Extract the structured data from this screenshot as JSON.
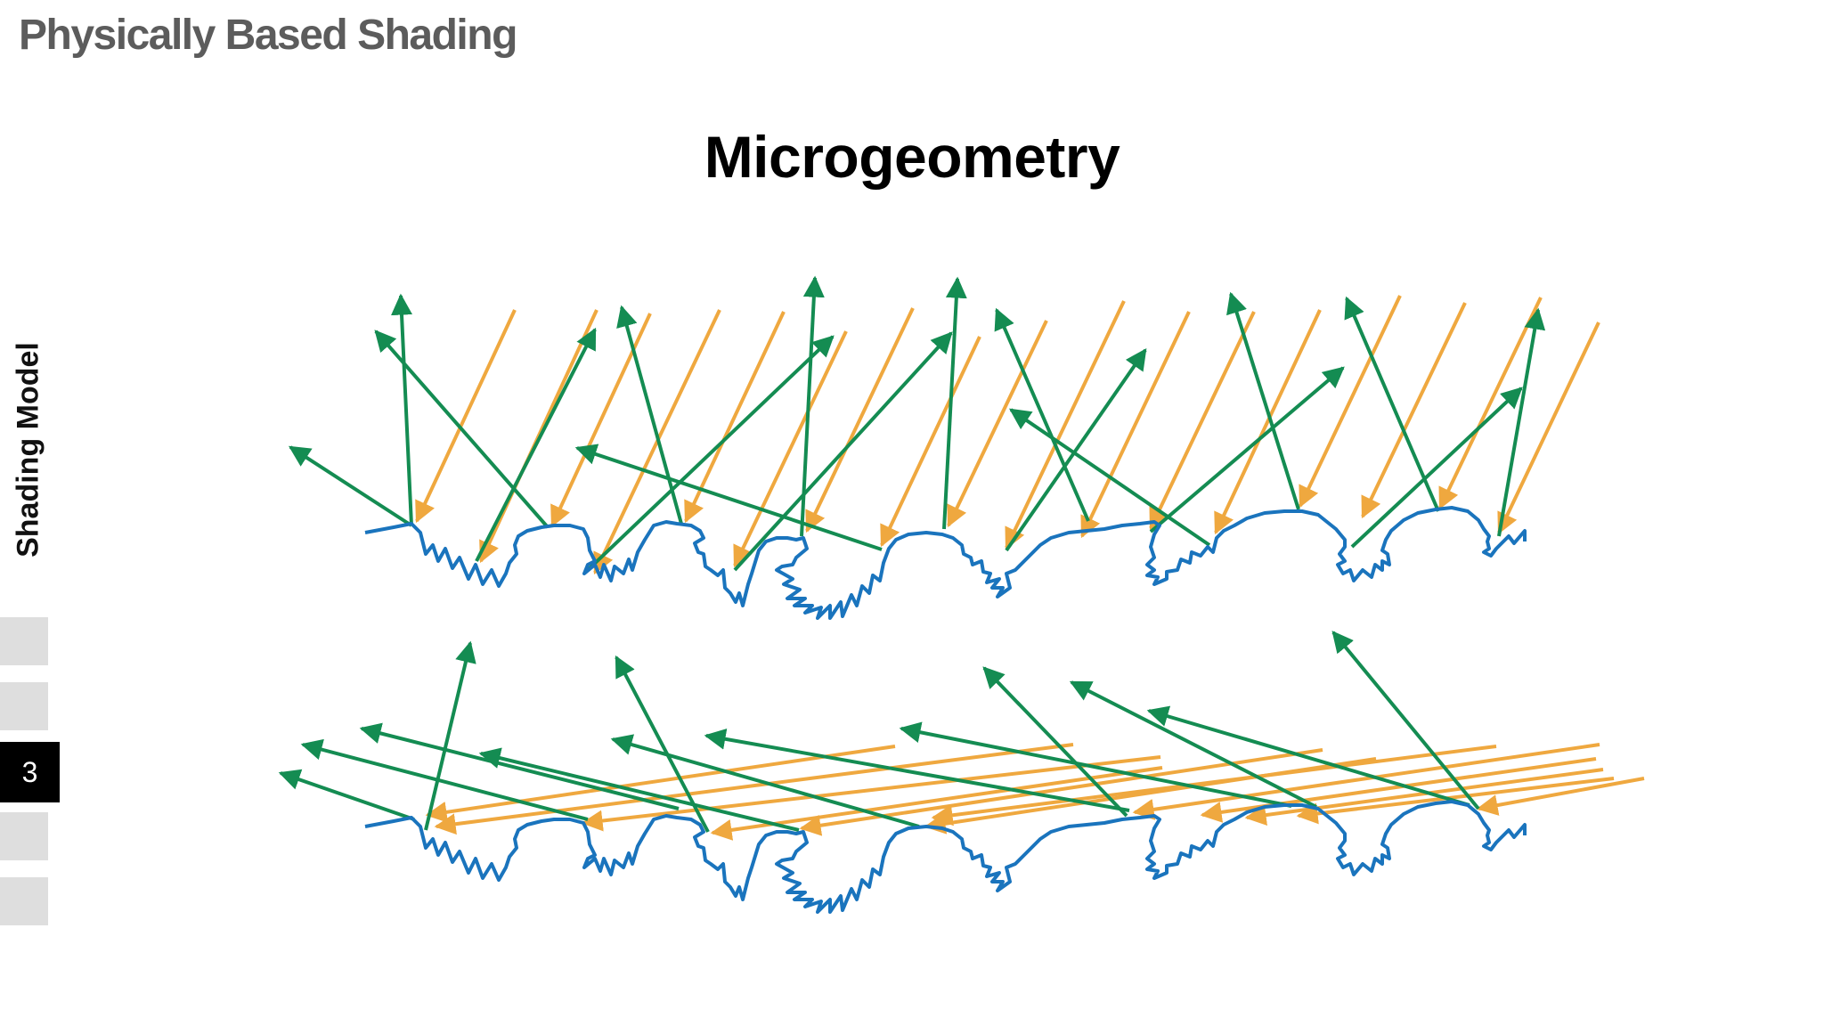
{
  "header": {
    "title": "Physically Based Shading"
  },
  "slide": {
    "title": "Microgeometry"
  },
  "sidebar": {
    "section_label": "Shading Model",
    "tabs": [
      {
        "label": "",
        "current": false
      },
      {
        "label": "",
        "current": false
      },
      {
        "label": "3",
        "current": true
      },
      {
        "label": "",
        "current": false
      },
      {
        "label": "",
        "current": false
      }
    ]
  },
  "diagram": {
    "colors": {
      "surface": "#1a74bd",
      "incident": "#efa83f",
      "reflected": "#148c52"
    },
    "panels": [
      {
        "name": "steep-incidence",
        "light": "incoming rays at steep angle, many reflections escape"
      },
      {
        "name": "grazing-incidence",
        "light": "incoming rays at grazing angle, many reflections blocked"
      }
    ]
  }
}
